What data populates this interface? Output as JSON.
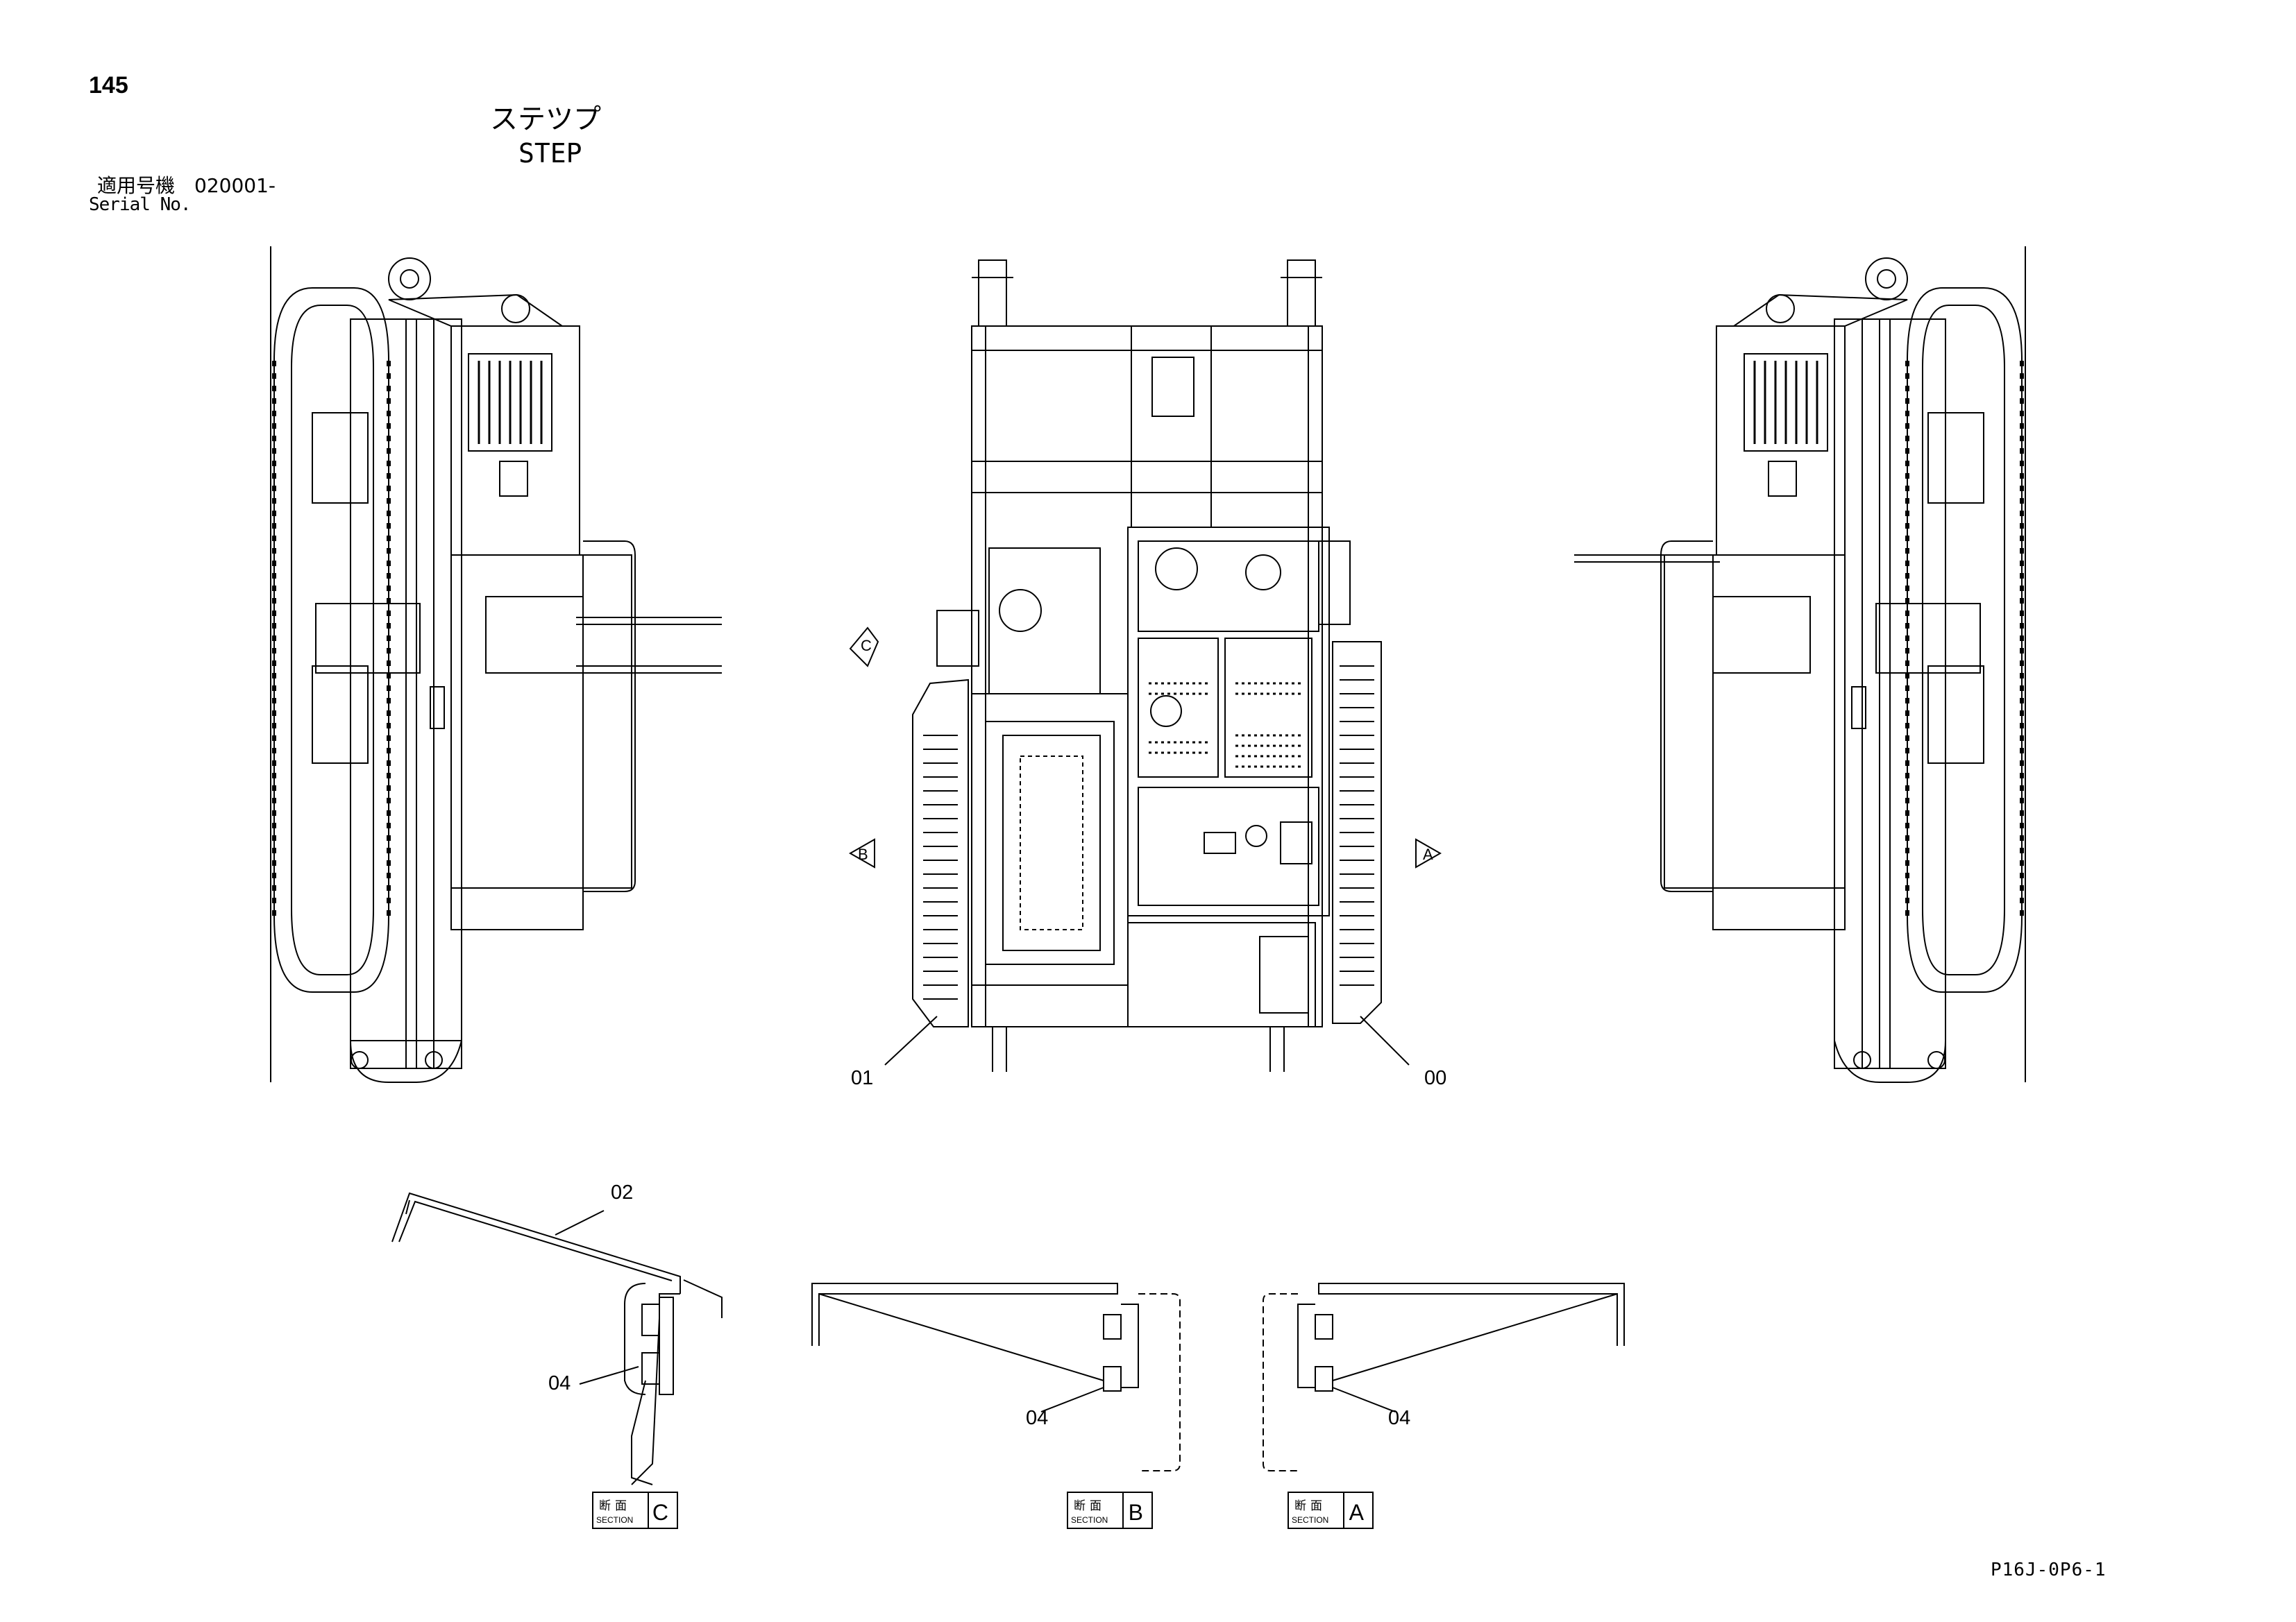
{
  "header": {
    "page_number": "145",
    "title_ja": "ステツプ",
    "title_en": "STEP",
    "serial_ja": "適用号機　020001-",
    "serial_en": "Serial No."
  },
  "footer": {
    "sheet_code": "P16J-0P6-1"
  },
  "view_markers": {
    "c": "C",
    "b": "B",
    "a": "A"
  },
  "callouts": {
    "part_00": "00",
    "part_01": "01",
    "part_02": "02",
    "part_04_left": "04",
    "part_04_mid": "04",
    "part_04_right": "04"
  },
  "sections": [
    {
      "ja": "断面",
      "en": "SECTION",
      "letter": "C"
    },
    {
      "ja": "断面",
      "en": "SECTION",
      "letter": "B"
    },
    {
      "ja": "断面",
      "en": "SECTION",
      "letter": "A"
    }
  ]
}
